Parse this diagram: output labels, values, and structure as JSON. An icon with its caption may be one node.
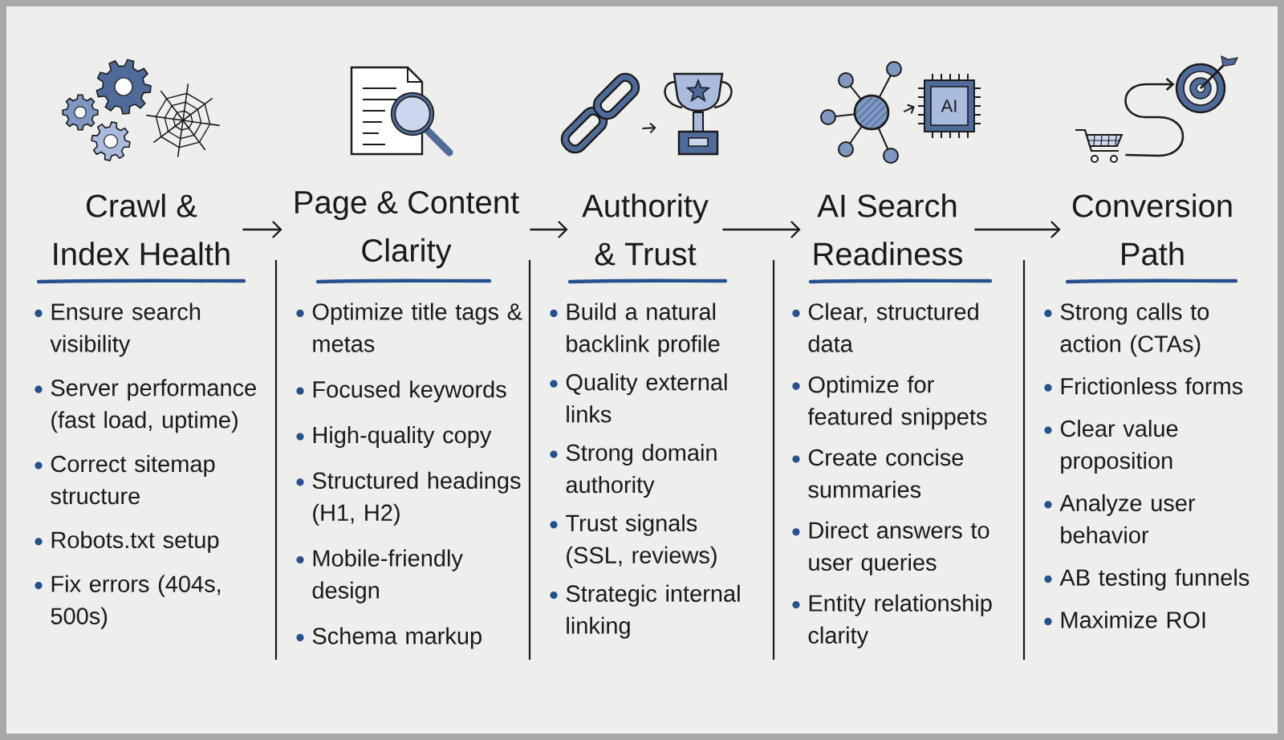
{
  "diagram": {
    "nodes": [
      {
        "text": [],
        "shape": "picture"
      },
      {
        "text": [],
        "shape": "picture"
      },
      {
        "text": [],
        "shape": "picture"
      },
      {
        "text": [
          "AI"
        ]
      },
      {
        "text": [],
        "shape": "picture"
      },
      {
        "text": [],
        "shape": "picture"
      },
      {
        "text": [
          "Crawl & Index Health"
        ],
        "beside": [
          "Ensure search visibility",
          "Server performance (fast load, uptime)",
          "Correct sitemap structure",
          "Robots.txt setup",
          "Fix errors (404s, 500s)"
        ]
      },
      {
        "text": [
          "Page & Content Clarity"
        ],
        "beside": [
          "Optimize title tags & metas",
          "Focused keywords",
          "High-quality copy",
          "Structured headings (H1, H2)",
          "Mobile-friendly design",
          "Schema markup"
        ]
      },
      {
        "text": [
          "Authority & Trust"
        ],
        "beside": [
          "Build a natural backlink profile",
          "Quality external links",
          "Strong domain authority",
          "Trust signals (SSL, reviews)",
          "Strategic internal linking"
        ]
      },
      {
        "text": [
          "AI Search Readiness"
        ],
        "beside": [
          "Clear, structured data",
          "Optimize for featured snippets",
          "Create concise summaries",
          "Direct answers to user queries",
          "Entity relationship clarity"
        ]
      },
      {
        "text": [
          "Conversion Path"
        ],
        "beside": [
          "Strong calls to action (CTAs)",
          "Frictionless forms",
          "Clear value proposition",
          "Analyze user behavior",
          "AB testing funnels",
          "Maximize ROI"
        ]
      }
    ],
    "edges": [
      {
        "from": 0,
        "to": 1,
        "arrow": "to"
      },
      {
        "from": 2,
        "to": 3,
        "arrow": "to"
      },
      {
        "from": 4,
        "to": 5,
        "arrow": "to"
      },
      {
        "from": 6,
        "to": 7,
        "arrow": "to"
      },
      {
        "from": 7,
        "to": 8,
        "arrow": "to"
      },
      {
        "from": 8,
        "to": 9,
        "arrow": "to"
      },
      {
        "from": 9,
        "to": 10,
        "arrow": "to"
      }
    ]
  }
}
